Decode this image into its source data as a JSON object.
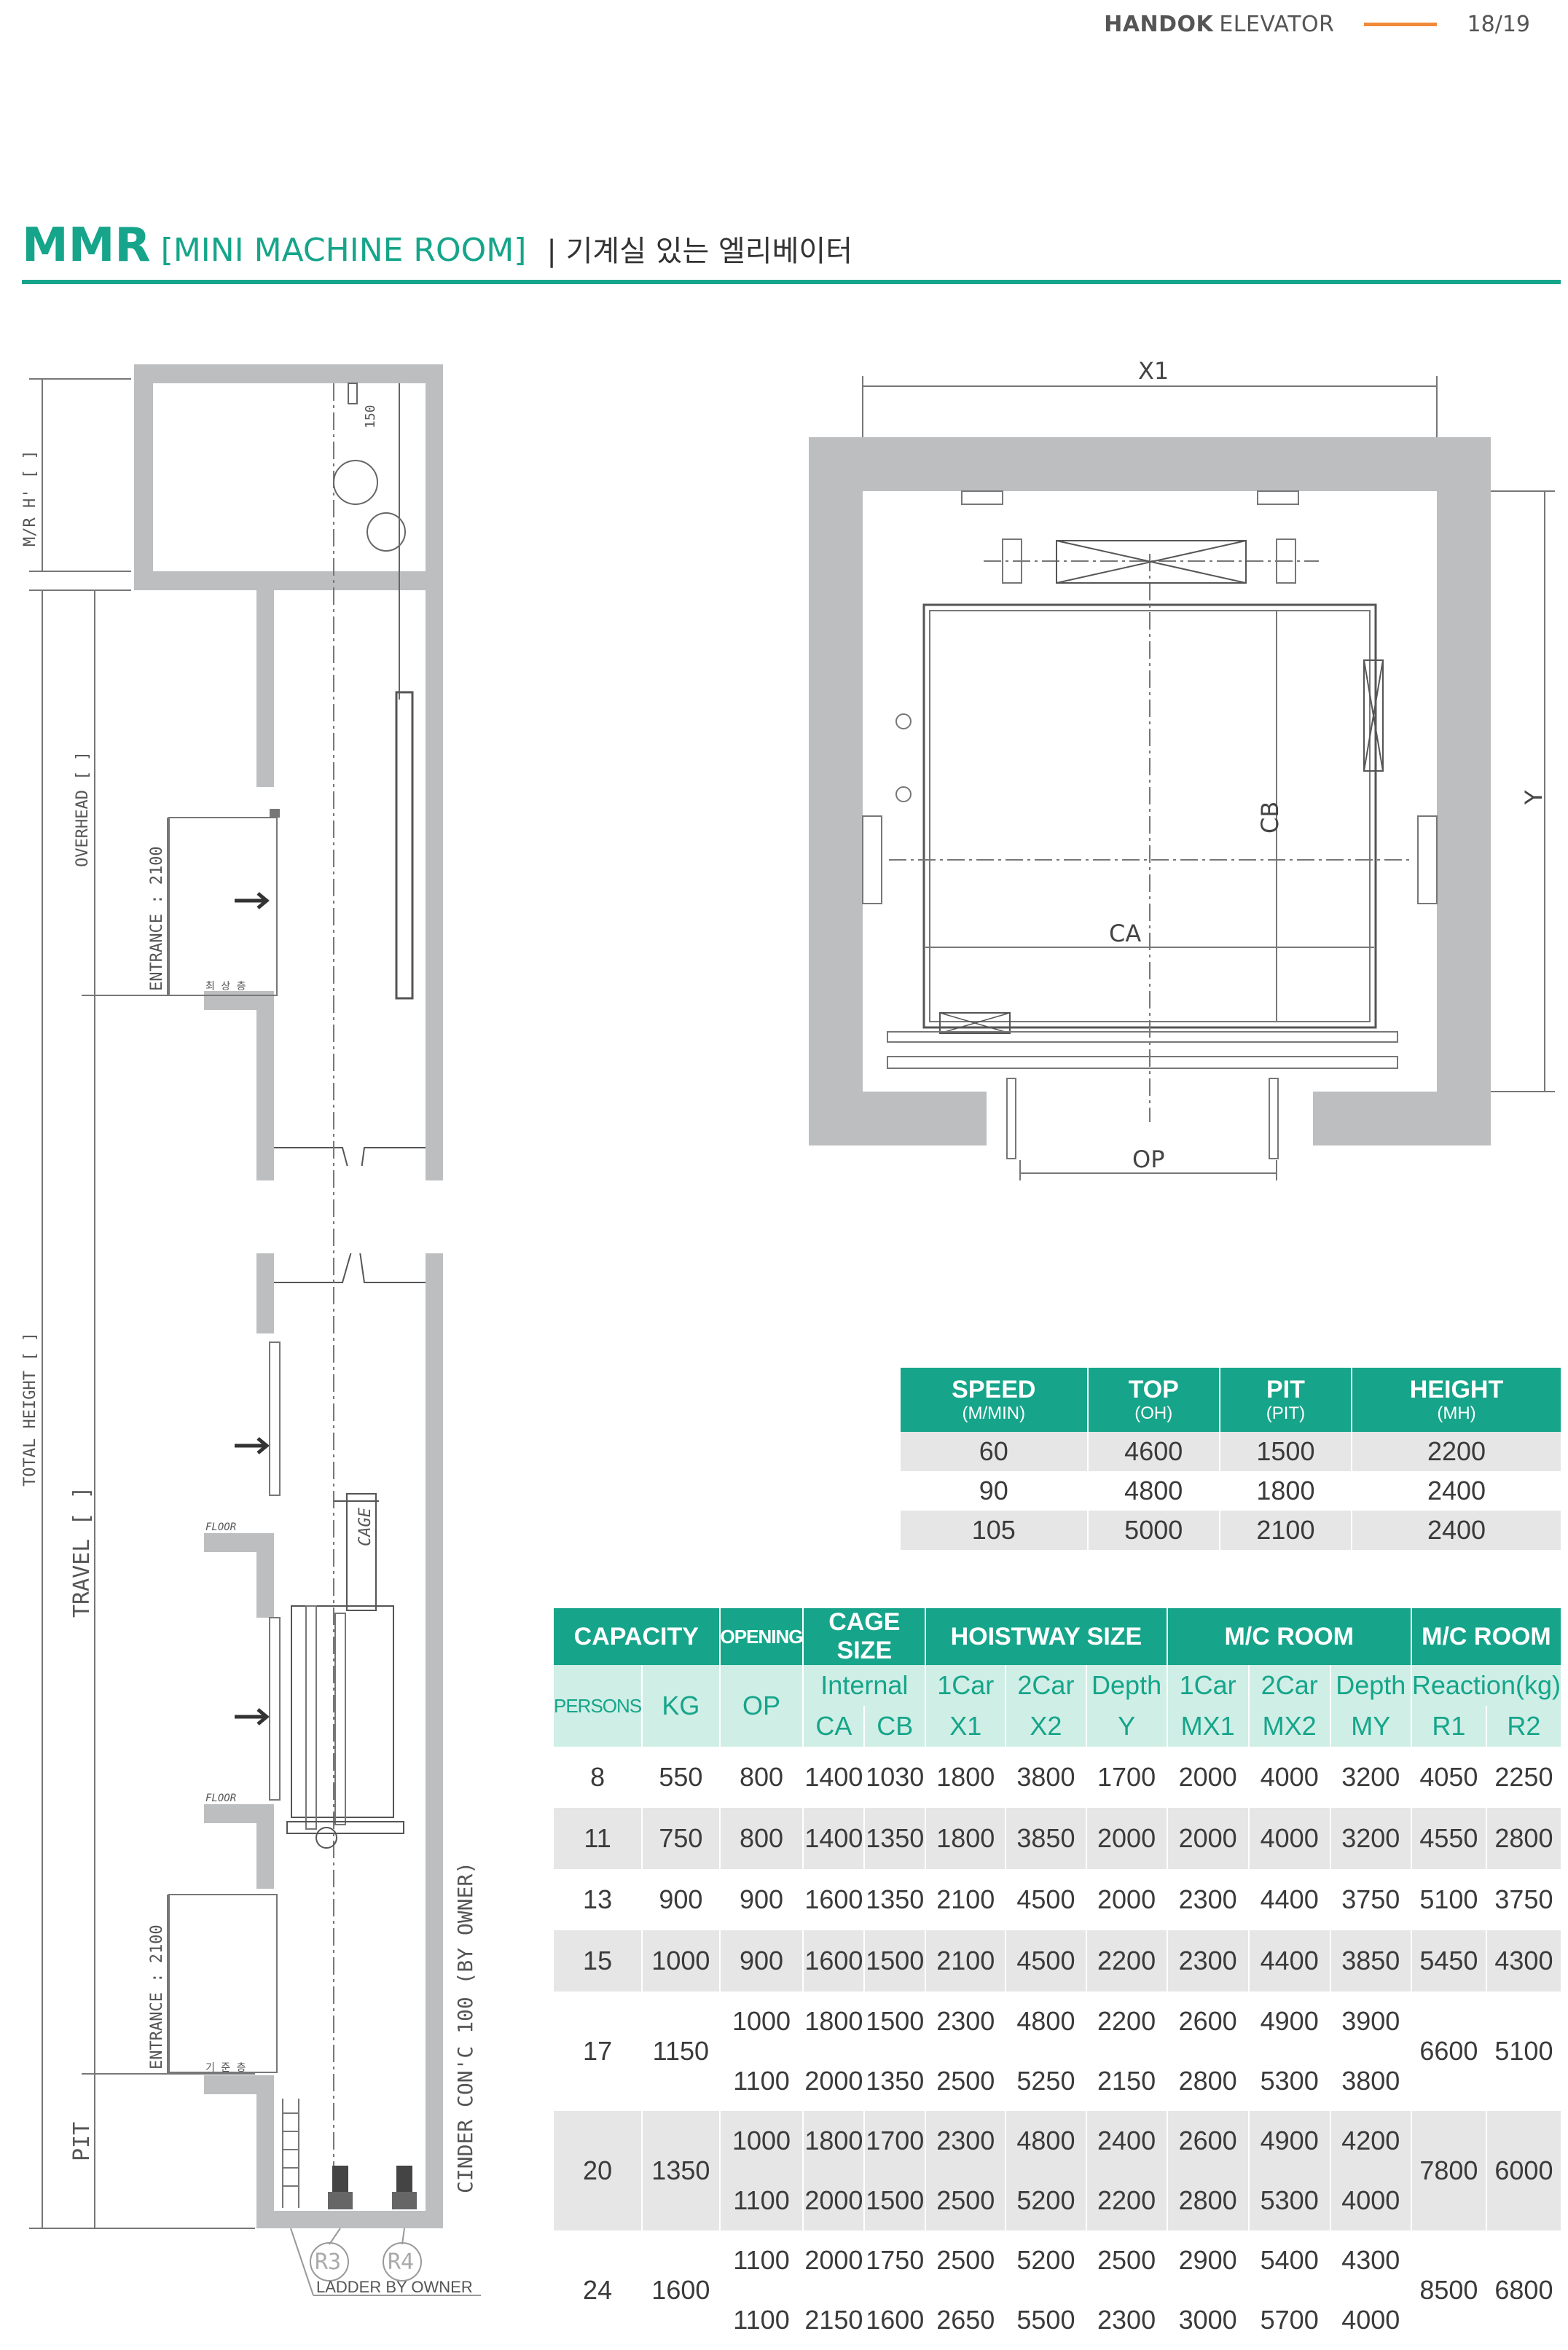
{
  "header": {
    "brand_bold": "HANDOK",
    "brand_rest": "ELEVATOR",
    "page": "18/19"
  },
  "title": {
    "main": "MMR",
    "sub": "[MINI MACHINE ROOM]",
    "korean": "| 기계실 있는 엘리베이터"
  },
  "section_drawing": {
    "labels": {
      "mr_height": "M/R H' [      ]",
      "overhead": "OVERHEAD [      ]",
      "total_height": "TOTAL HEIGHT [      ]",
      "travel": "TRAVEL [      ]",
      "pit": "PIT",
      "entrance_top": "ENTRANCE : 2100",
      "entrance_bottom": "ENTRANCE : 2100",
      "dim_150": "150",
      "top_floor": "최 상 층",
      "floor_1": "FLOOR",
      "floor_2": "FLOOR",
      "base_floor": "기 준 층",
      "cage": "CAGE",
      "cinder": "CINDER CON'C 100 (BY OWNER)",
      "r3": "R3",
      "r4": "R4",
      "ladder": "LADDER BY OWNER"
    }
  },
  "plan_drawing": {
    "labels": {
      "x1": "X1",
      "y": "Y",
      "cb": "CB",
      "ca": "CA",
      "op": "OP"
    }
  },
  "speed_table": {
    "headers": [
      {
        "label": "SPEED",
        "unit": "(M/MIN)"
      },
      {
        "label": "TOP",
        "unit": "(OH)"
      },
      {
        "label": "PIT",
        "unit": "(PIT)"
      },
      {
        "label": "HEIGHT",
        "unit": "(MH)"
      }
    ],
    "rows": [
      [
        "60",
        "4600",
        "1500",
        "2200"
      ],
      [
        "90",
        "4800",
        "1800",
        "2400"
      ],
      [
        "105",
        "5000",
        "2100",
        "2400"
      ]
    ]
  },
  "capacity_table": {
    "group_headers": [
      "CAPACITY",
      "OPENING",
      "CAGE SIZE",
      "HOISTWAY SIZE",
      "M/C ROOM",
      "M/C ROOM"
    ],
    "sub1": {
      "persons": "PERSONS",
      "kg": "KG",
      "op": "OP",
      "internal": "Internal",
      "car1": "1Car",
      "car2": "2Car",
      "depth": "Depth",
      "mcar1": "1Car",
      "mcar2": "2Car",
      "mdepth": "Depth",
      "reaction": "Reaction(kg)"
    },
    "sub2": [
      "CA",
      "CB",
      "X1",
      "X2",
      "Y",
      "MX1",
      "MX2",
      "MY",
      "R1",
      "R2"
    ],
    "rows": [
      {
        "persons": "8",
        "kg": "550",
        "lines": [
          [
            "800",
            "1400",
            "1030",
            "1800",
            "3800",
            "1700",
            "2000",
            "4000",
            "3200"
          ]
        ],
        "r1": "4050",
        "r2": "2250"
      },
      {
        "persons": "11",
        "kg": "750",
        "lines": [
          [
            "800",
            "1400",
            "1350",
            "1800",
            "3850",
            "2000",
            "2000",
            "4000",
            "3200"
          ]
        ],
        "r1": "4550",
        "r2": "2800"
      },
      {
        "persons": "13",
        "kg": "900",
        "lines": [
          [
            "900",
            "1600",
            "1350",
            "2100",
            "4500",
            "2000",
            "2300",
            "4400",
            "3750"
          ]
        ],
        "r1": "5100",
        "r2": "3750"
      },
      {
        "persons": "15",
        "kg": "1000",
        "lines": [
          [
            "900",
            "1600",
            "1500",
            "2100",
            "4500",
            "2200",
            "2300",
            "4400",
            "3850"
          ]
        ],
        "r1": "5450",
        "r2": "4300"
      },
      {
        "persons": "17",
        "kg": "1150",
        "lines": [
          [
            "1000",
            "1800",
            "1500",
            "2300",
            "4800",
            "2200",
            "2600",
            "4900",
            "3900"
          ],
          [
            "1100",
            "2000",
            "1350",
            "2500",
            "5250",
            "2150",
            "2800",
            "5300",
            "3800"
          ]
        ],
        "r1": "6600",
        "r2": "5100"
      },
      {
        "persons": "20",
        "kg": "1350",
        "lines": [
          [
            "1000",
            "1800",
            "1700",
            "2300",
            "4800",
            "2400",
            "2600",
            "4900",
            "4200"
          ],
          [
            "1100",
            "2000",
            "1500",
            "2500",
            "5200",
            "2200",
            "2800",
            "5300",
            "4000"
          ]
        ],
        "r1": "7800",
        "r2": "6000"
      },
      {
        "persons": "24",
        "kg": "1600",
        "lines": [
          [
            "1100",
            "2000",
            "1750",
            "2500",
            "5200",
            "2500",
            "2900",
            "5400",
            "4300"
          ],
          [
            "1100",
            "2150",
            "1600",
            "2650",
            "5500",
            "2300",
            "3000",
            "5700",
            "4000"
          ]
        ],
        "r1": "8500",
        "r2": "6800"
      }
    ]
  }
}
